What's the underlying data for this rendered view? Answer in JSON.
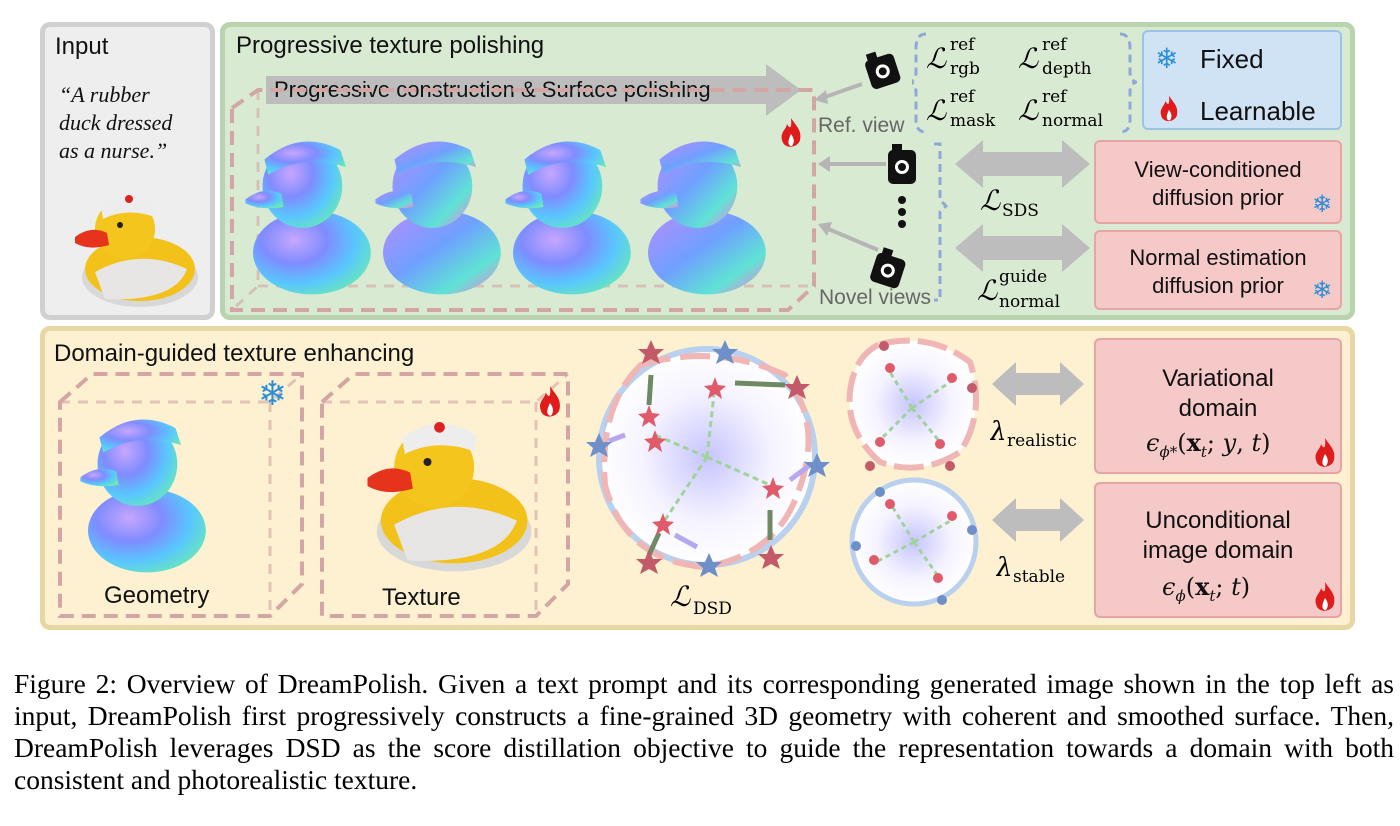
{
  "input": {
    "title": "Input",
    "prompt_lines": [
      "“A rubber",
      "duck dressed",
      "as a nurse.”"
    ]
  },
  "top_panel": {
    "title": "Progressive texture polishing",
    "arrow_label": "Progressive construction & Surface polishing",
    "ref_view_label": "Ref. view",
    "novel_views_label": "Novel views",
    "ref_losses": [
      "rgb",
      "depth",
      "mask",
      "normal"
    ],
    "ref_superscript": "ref",
    "sds_subscript": "SDS",
    "guide_superscript": "guide",
    "guide_subscript": "normal",
    "view_conditioned_line1": "View-conditioned",
    "view_conditioned_line2": "diffusion prior",
    "normal_estimation_line1": "Normal estimation",
    "normal_estimation_line2": "diffusion prior"
  },
  "legend": {
    "fixed": "Fixed",
    "learnable": "Learnable"
  },
  "bottom_panel": {
    "title": "Domain-guided texture enhancing",
    "geometry_label": "Geometry",
    "texture_label": "Texture",
    "dsd_subscript": "DSD",
    "realistic_subscript": "realistic",
    "stable_subscript": "stable",
    "variational_line1": "Variational",
    "variational_line2": "domain",
    "unconditional_line1": "Unconditional",
    "unconditional_line2": "image domain"
  },
  "caption": "Figure 2: Overview of DreamPolish. Given a text prompt and its corresponding generated image shown in the top left as input, DreamPolish first progressively constructs a fine-grained 3D geometry with coherent and smoothed surface. Then, DreamPolish leverages DSD as the score distillation objective to guide the representation towards a domain with both consistent and photorealistic texture.",
  "colors": {
    "input_bg": "#eeeeee",
    "top_bg": "#d9ead3",
    "bottom_bg": "#fdf1d1",
    "prior_box": "#f6c9c9",
    "legend_box": "#cfe3f5",
    "star_red": "#e05a6a",
    "star_blue": "#6f8fc9",
    "arrow_green": "#7d9b72"
  }
}
